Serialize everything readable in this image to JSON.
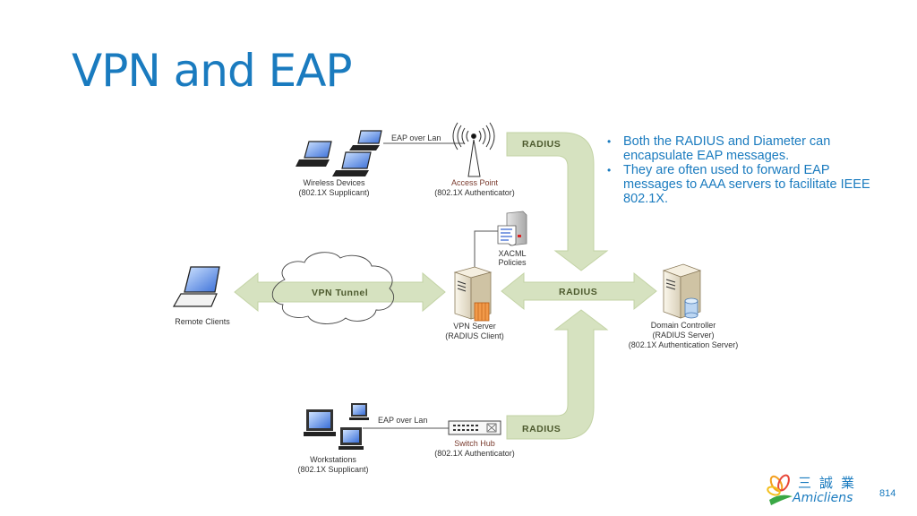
{
  "slide": {
    "title": "VPN and EAP",
    "page_number": "814",
    "bullets": [
      "Both the RADIUS and Diameter can encapsulate EAP messages.",
      "They are often used to forward EAP messages to AAA servers to facilitate IEEE 802.1X."
    ],
    "logo": {
      "chinese": "三誠業",
      "english": "Amicliens"
    }
  },
  "diagram": {
    "nodes": {
      "wireless_devices": {
        "line1": "Wireless Devices",
        "line2": "(802.1X Supplicant)",
        "icon": "laptop-icon"
      },
      "access_point": {
        "line1": "Access Point",
        "line2": "(802.1X Authenticator)",
        "icon": "wireless-antenna-icon"
      },
      "remote_clients": {
        "line1": "Remote Clients",
        "icon": "laptop-icon"
      },
      "xacml": {
        "line1": "XACML",
        "line2": "Policies",
        "icon": "policy-server-icon"
      },
      "vpn_server": {
        "line1": "VPN Server",
        "line2": "(RADIUS Client)",
        "icon": "server-firewall-icon"
      },
      "domain_controller": {
        "line1": "Domain Controller",
        "line2": "(RADIUS Server)",
        "line3": "(802.1X Authentication Server)",
        "icon": "server-database-icon"
      },
      "workstations": {
        "line1": "Workstations",
        "line2": "(802.1X Supplicant)",
        "icon": "desktop-icon"
      },
      "switch_hub": {
        "line1": "Switch Hub",
        "line2": "(802.1X Authenticator)",
        "icon": "switch-icon"
      }
    },
    "links": {
      "eap_top": "EAP over Lan",
      "eap_bottom": "EAP over Lan",
      "vpn_tunnel": "VPN Tunnel",
      "radius_top": "RADIUS",
      "radius_middle": "RADIUS",
      "radius_bottom": "RADIUS"
    },
    "colors": {
      "arrow_fill": "#d6e2c0",
      "arrow_stroke": "#c3d3a5",
      "title": "#1a7bbf",
      "label_brown": "#7a3b2e"
    }
  }
}
